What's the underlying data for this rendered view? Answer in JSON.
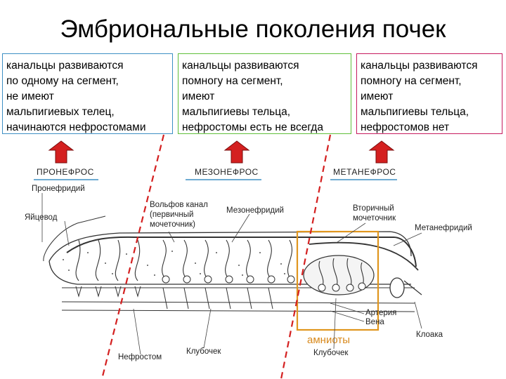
{
  "title": "Эмбриональные поколения почек",
  "boxes": [
    {
      "lines": [
        "канальцы развиваются",
        "по одному на сегмент,",
        "не имеют",
        "мальпигиевых телец,",
        "начинаются нефростомами"
      ],
      "color": "#3d8fc4"
    },
    {
      "lines": [
        "канальцы развиваются",
        "помногу на сегмент,",
        "имеют",
        "мальпигиевы тельца,",
        "нефростомы есть не всегда"
      ],
      "color": "#5fbf3a"
    },
    {
      "lines": [
        "канальцы развиваются",
        "помногу на сегмент,",
        "имеют",
        "мальпигиевы тельца,",
        "нефростомов нет"
      ],
      "color": "#c61a5e"
    }
  ],
  "stages": {
    "pronephros": "ПРОНЕФРОС",
    "mesonephros": "МЕЗОНЕФРОС",
    "metanephros": "МЕТАНЕФРОС"
  },
  "labels": {
    "pronephridium": "Пронефридий",
    "oviduct": "Яйцевод",
    "wolffian_1": "Вольфов канал",
    "wolffian_2": "(первичный",
    "wolffian_3": "мочеточник)",
    "mesonephridium": "Мезонефридий",
    "secondary_1": "Вторичный",
    "secondary_2": "мочеточник",
    "metanephridium": "Метанефридий",
    "artery": "Артерия",
    "vein": "Вена",
    "cloaca": "Клоака",
    "nephrostome": "Нефростом",
    "glomerulus": "Клубочек",
    "glomerulus2": "Клубочек",
    "amniotes": "амниоты"
  },
  "colors": {
    "arrow": "#d42020",
    "divider": "#d42020",
    "amniote_box": "#e0961e",
    "stage_underline": "#3d8fc4"
  }
}
